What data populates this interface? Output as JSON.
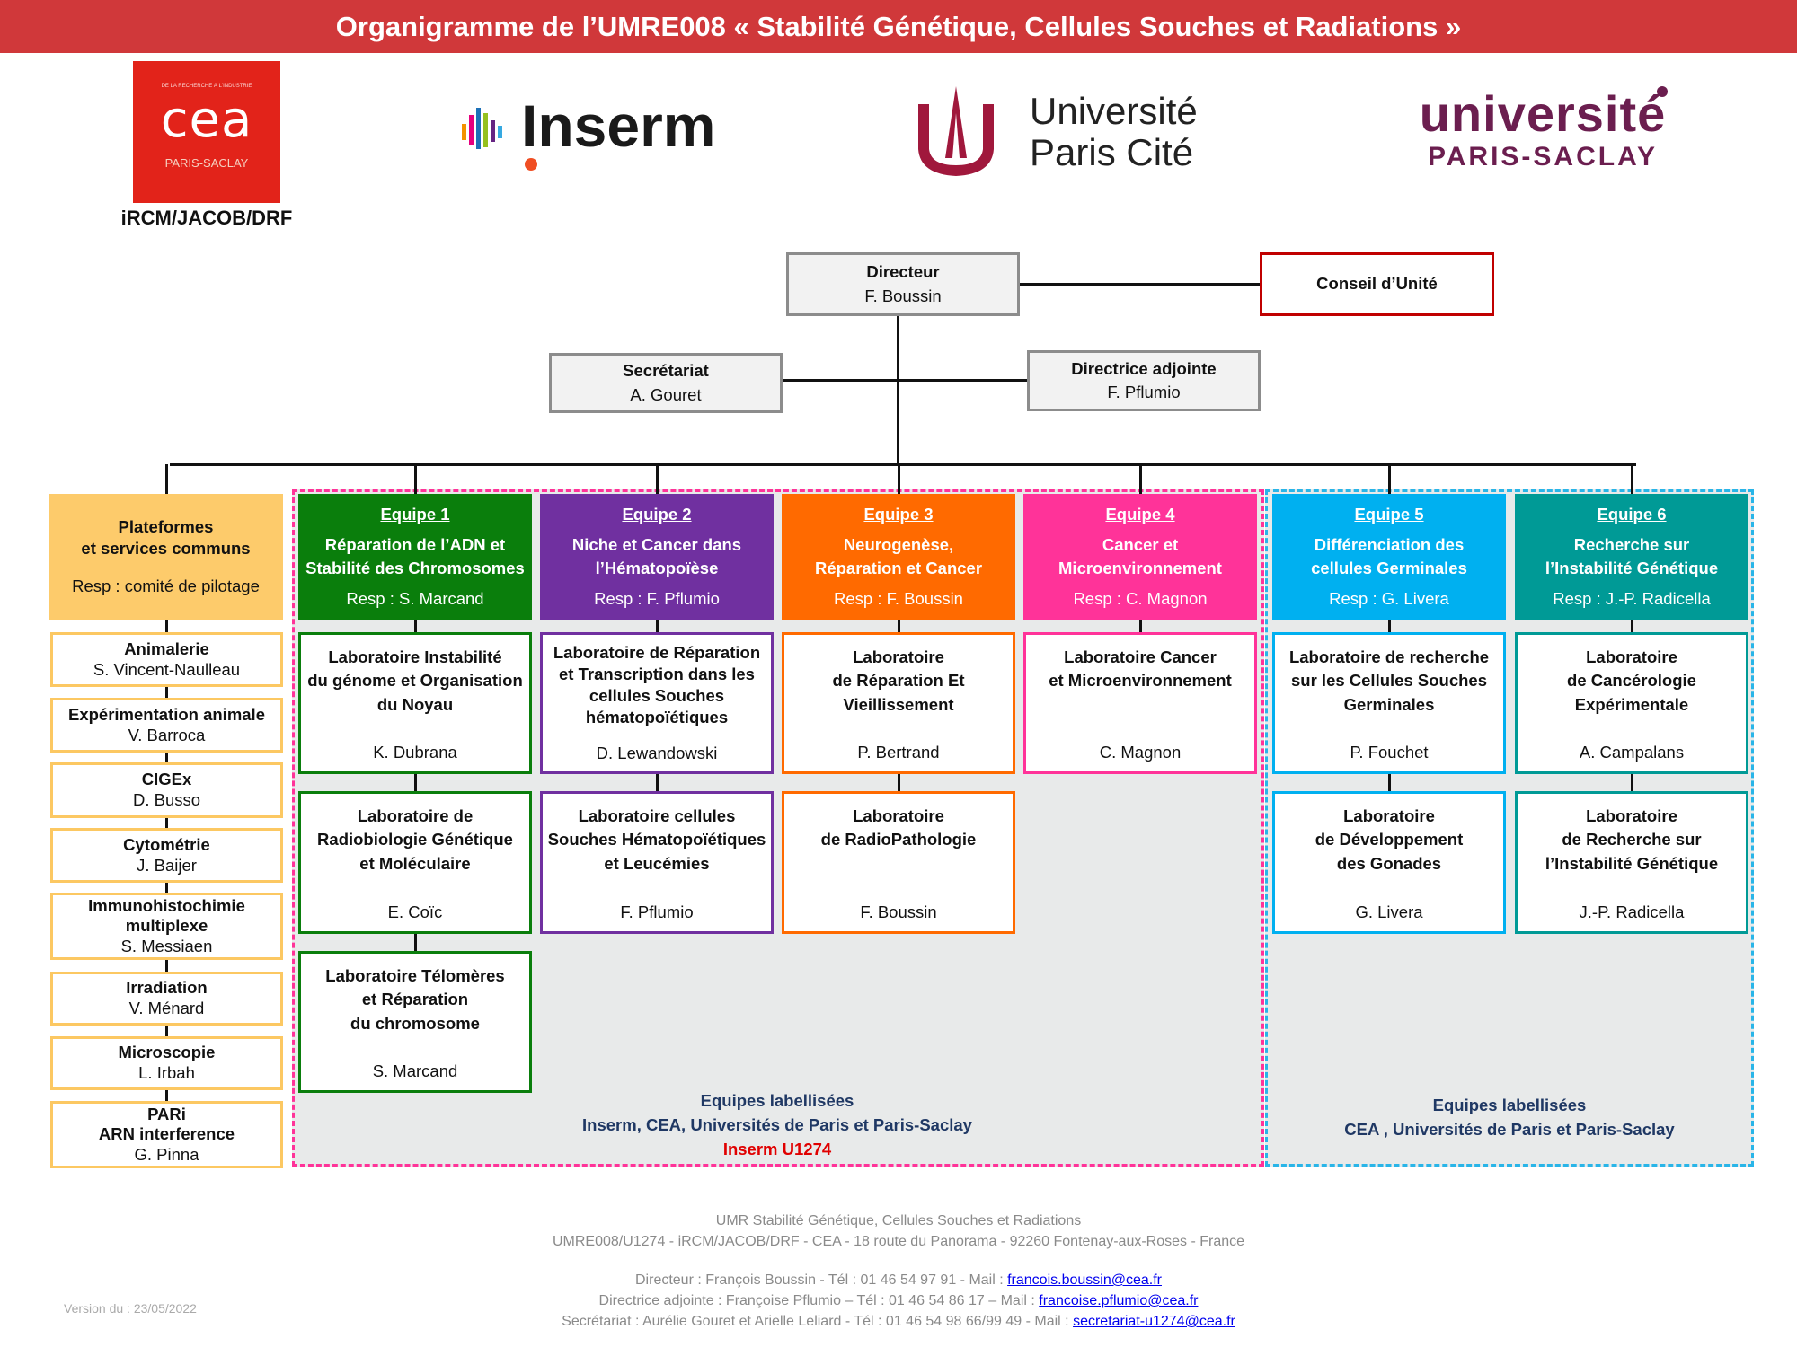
{
  "title": "Organigramme de l’UMRE008 « Stabilité Génétique, Cellules Souches et Radiations »",
  "logos": {
    "cea": "cea",
    "cea_sub": "PARIS-SACLAY",
    "cea_top": "DE LA RECHERCHE À L'INDUSTRIE",
    "cea_caption": "iRCM/JACOB/DRF",
    "inserm": "Inserm",
    "upc_1": "Université",
    "upc_2": "Paris Cité",
    "ups_1": "université",
    "ups_2": "PARIS-SACLAY"
  },
  "direction": {
    "directeur": {
      "title": "Directeur",
      "name": "F. Boussin"
    },
    "conseil": {
      "title": "Conseil d’Unité"
    },
    "secretariat": {
      "title": "Secrétariat",
      "name": "A. Gouret"
    },
    "adjointe": {
      "title": "Directrice adjointe",
      "name": "F. Pflumio"
    }
  },
  "platforms": {
    "header": {
      "title_1": "Plateformes",
      "title_2": "et services communs",
      "resp": "Resp : comité de pilotage"
    },
    "items": [
      {
        "lines": [
          "Animalerie"
        ],
        "name": "S. Vincent-Naulleau"
      },
      {
        "lines": [
          "Expérimentation animale"
        ],
        "name": "V. Barroca"
      },
      {
        "lines": [
          "CIGEx"
        ],
        "name": "D. Busso"
      },
      {
        "lines": [
          "Cytométrie"
        ],
        "name": "J. Baijer"
      },
      {
        "lines": [
          "Immunohistochimie",
          "multiplexe"
        ],
        "name": "S. Messiaen"
      },
      {
        "lines": [
          "Irradiation"
        ],
        "name": "V. Ménard"
      },
      {
        "lines": [
          "Microscopie"
        ],
        "name": "L. Irbah"
      },
      {
        "lines": [
          "PARi",
          "ARN interference"
        ],
        "name": "G. Pinna"
      }
    ]
  },
  "colors": {
    "eq1": "#0a7e0c",
    "eq2": "#7030a0",
    "eq3": "#ff6a00",
    "eq4": "#ff3399",
    "eq5": "#00b0f0",
    "eq6": "#009a96",
    "platform": "#fdcb6b",
    "pink_dash": "#ff3399",
    "blue_dash": "#29b5e8"
  },
  "teams": [
    {
      "label": "Equipe 1",
      "theme": [
        "Réparation de l’ADN et",
        "Stabilité des Chromosomes"
      ],
      "resp": "Resp : S. Marcand",
      "color": "#0a7e0c",
      "labs": [
        {
          "lines": [
            "Laboratoire Instabilité",
            "du génome et Organisation",
            "du Noyau"
          ],
          "name": "K. Dubrana"
        },
        {
          "lines": [
            "Laboratoire de",
            "Radiobiologie Génétique",
            "et Moléculaire"
          ],
          "name": "E. Coïc"
        },
        {
          "lines": [
            "Laboratoire Télomères",
            "et Réparation",
            "du chromosome"
          ],
          "name": "S. Marcand"
        }
      ]
    },
    {
      "label": "Equipe 2",
      "theme": [
        "Niche et Cancer dans",
        "l’Hématopoïèse"
      ],
      "resp": "Resp : F. Pflumio",
      "color": "#7030a0",
      "labs": [
        {
          "lines": [
            "Laboratoire de Réparation",
            "et Transcription dans les",
            "cellules Souches",
            "hématopoïétiques"
          ],
          "name": "D. Lewandowski"
        },
        {
          "lines": [
            "Laboratoire cellules",
            "Souches Hématopoïétiques",
            "et Leucémies"
          ],
          "name": "F. Pflumio"
        }
      ]
    },
    {
      "label": "Equipe 3",
      "theme": [
        "Neurogenèse,",
        "Réparation et Cancer"
      ],
      "resp": "Resp : F. Boussin",
      "color": "#ff6a00",
      "labs": [
        {
          "lines": [
            "Laboratoire",
            "de Réparation Et",
            "Vieillissement"
          ],
          "name": "P. Bertrand"
        },
        {
          "lines": [
            "Laboratoire",
            "de RadioPathologie"
          ],
          "name": "F. Boussin"
        }
      ]
    },
    {
      "label": "Equipe 4",
      "theme": [
        "Cancer et",
        "Microenvironnement"
      ],
      "resp": "Resp : C. Magnon",
      "color": "#ff3399",
      "labs": [
        {
          "lines": [
            "Laboratoire Cancer",
            "et Microenvironnement"
          ],
          "name": "C. Magnon"
        }
      ]
    },
    {
      "label": "Equipe 5",
      "theme": [
        "Différenciation des",
        "cellules Germinales"
      ],
      "resp": "Resp : G. Livera",
      "color": "#00b0f0",
      "labs": [
        {
          "lines": [
            "Laboratoire de recherche",
            "sur les Cellules Souches",
            "Germinales"
          ],
          "name": "P. Fouchet"
        },
        {
          "lines": [
            "Laboratoire",
            "de Développement",
            "des Gonades"
          ],
          "name": "G. Livera"
        }
      ]
    },
    {
      "label": "Equipe 6",
      "theme": [
        "Recherche sur",
        "l’Instabilité Génétique"
      ],
      "resp": "Resp : J.-P. Radicella",
      "color": "#009a96",
      "labs": [
        {
          "lines": [
            "Laboratoire",
            "de Cancérologie",
            "Expérimentale"
          ],
          "name": "A. Campalans"
        },
        {
          "lines": [
            "Laboratoire",
            "de Recherche sur",
            "l’Instabilité Génétique"
          ],
          "name": "J.-P. Radicella"
        }
      ]
    }
  ],
  "regions": {
    "pink": {
      "line1": "Equipes labellisées",
      "line2": "Inserm, CEA, Universités de Paris et Paris-Saclay",
      "line3": "Inserm U1274"
    },
    "blue": {
      "line1": "Equipes labellisées",
      "line2": "CEA , Universités de Paris et Paris-Saclay"
    }
  },
  "footer": {
    "line1": "UMR Stabilité Génétique, Cellules Souches et Radiations",
    "line2": "UMRE008/U1274 - iRCM/JACOB/DRF - CEA - 18 route du Panorama - 92260 Fontenay-aux-Roses - France",
    "dir_text": "Directeur : François Boussin - Tél : 01 46 54 97 91 - Mail : ",
    "dir_mail": "francois.boussin@cea.fr",
    "adj_text": "Directrice adjointe : Françoise Pflumio – Tél : 01 46 54 86 17 – Mail : ",
    "adj_mail": "francoise.pflumio@cea.fr",
    "sec_text": "Secrétariat : Aurélie Gouret et Arielle Leliard - Tél : 01 46 54 98 66/99 49 - Mail : ",
    "sec_mail": "secretariat-u1274@cea.fr",
    "version": "Version du : 23/05/2022"
  }
}
